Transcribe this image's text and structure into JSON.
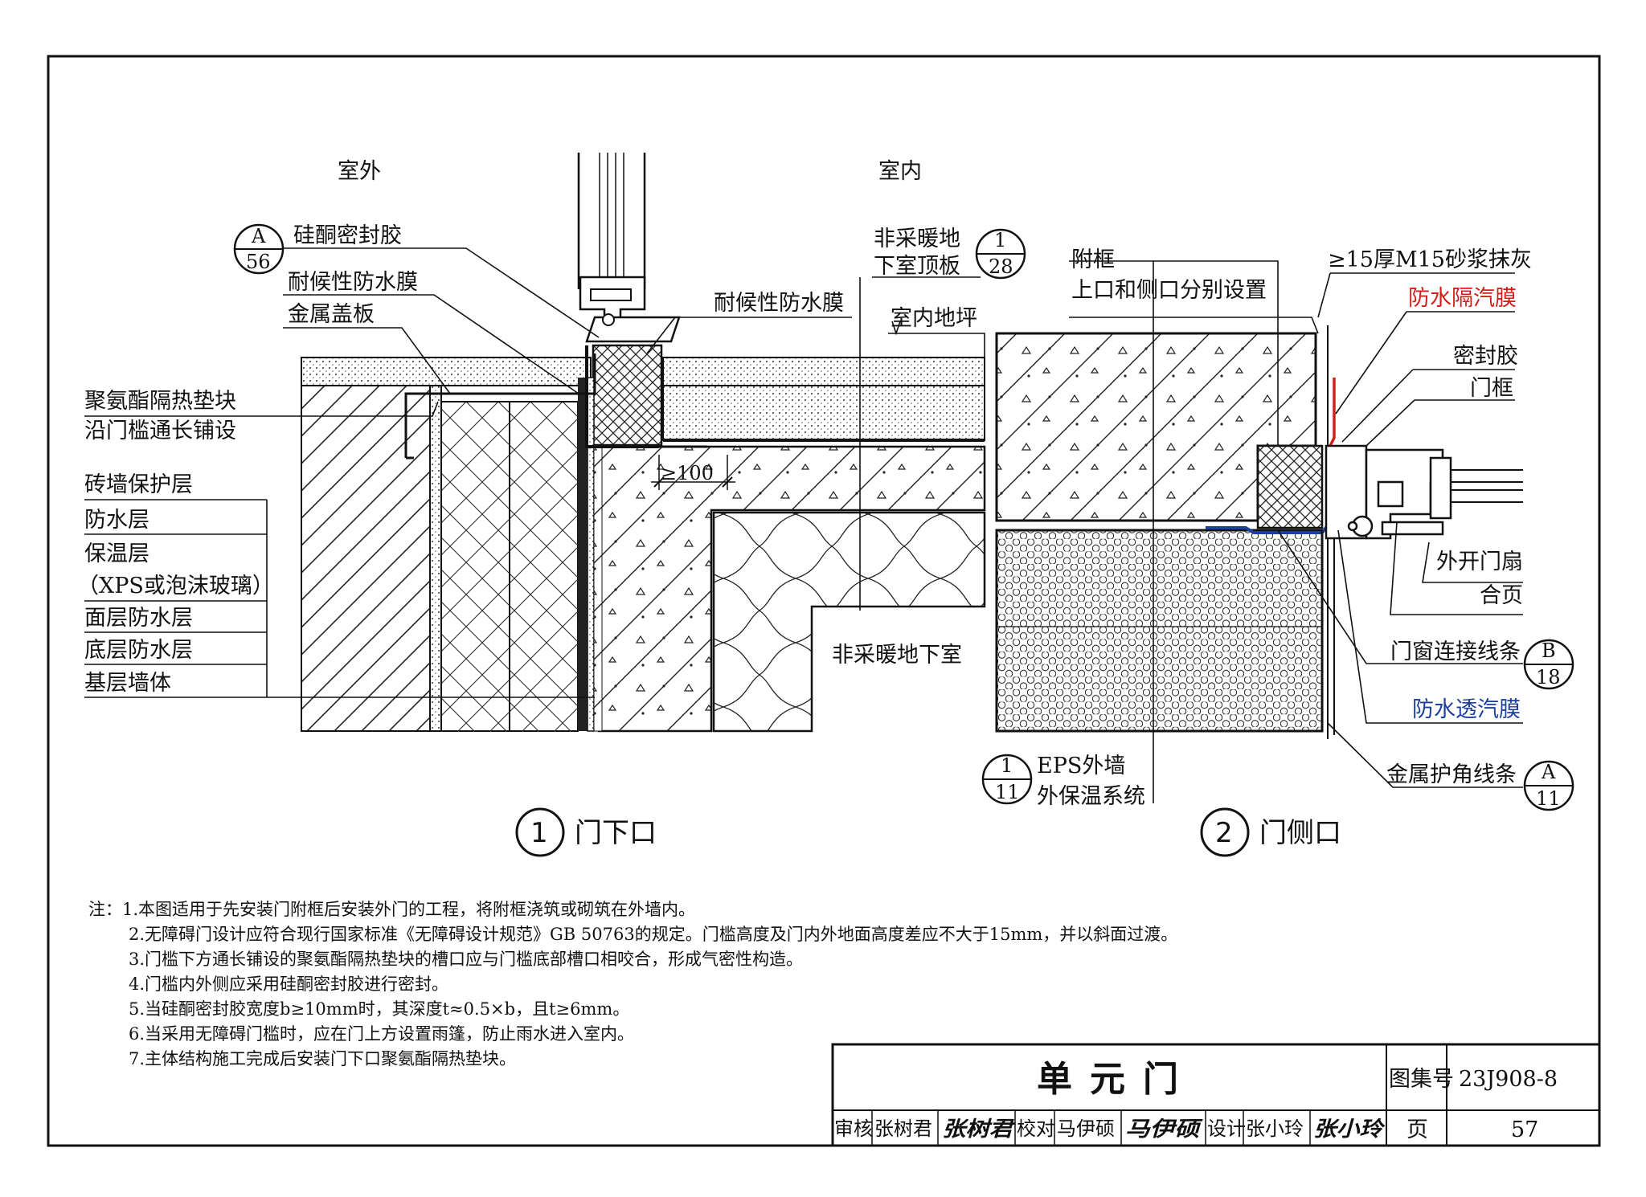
{
  "orientation": {
    "outdoor": "室外",
    "indoor": "室内"
  },
  "detail1": {
    "title_number": "1",
    "title": "门下口",
    "labels": {
      "silicone_sealant": "硅酮密封胶",
      "weatherproof_membrane_left": "耐候性防水膜",
      "metal_cover": "金属盖板",
      "pu_block_1": "聚氨酯隔热垫块",
      "pu_block_2": "沿门槛通长铺设",
      "weatherproof_membrane_right": "耐候性防水膜",
      "unheated_basement_roof_1": "非采暖地",
      "unheated_basement_roof_2": "下室顶板",
      "indoor_floor": "室内地坪",
      "dim_100": "≥100",
      "unheated_basement": "非采暖地下室"
    },
    "layers": [
      "砖墙保护层",
      "防水层",
      "保温层",
      "（XPS或泡沫玻璃）",
      "面层防水层",
      "底层防水层",
      "基层墙体"
    ],
    "refs": {
      "a56": {
        "top": "A",
        "bottom": "56"
      },
      "r128": {
        "top": "1",
        "bottom": "28"
      }
    }
  },
  "detail2": {
    "title_number": "2",
    "title": "门侧口",
    "labels": {
      "subframe_1": "附框",
      "subframe_2": "上口和侧口分别设置",
      "mortar": "≥15厚M15砂浆抹灰",
      "vapor_barrier": "防水隔汽膜",
      "sealant": "密封胶",
      "door_frame": "门框",
      "outward_leaf": "外开门扇",
      "hinge": "合页",
      "joint_strip": "门窗连接线条",
      "breathable_membrane": "防水透汽膜",
      "corner_bead": "金属护角线条",
      "eps_1": "EPS外墙",
      "eps_2": "外保温系统"
    },
    "refs": {
      "b18": {
        "top": "B",
        "bottom": "18"
      },
      "a11": {
        "top": "A",
        "bottom": "11"
      },
      "r111": {
        "top": "1",
        "bottom": "11"
      }
    }
  },
  "notes": [
    "注：1.本图适用于先安装门附框后安装外门的工程，将附框浇筑或砌筑在外墙内。",
    "2.无障碍门设计应符合现行国家标准《无障碍设计规范》GB 50763的规定。门槛高度及门内外地面高度差应不大于15mm，并以斜面过渡。",
    "3.门槛下方通长铺设的聚氨酯隔热垫块的槽口应与门槛底部槽口相咬合，形成气密性构造。",
    "4.门槛内外侧应采用硅酮密封胶进行密封。",
    "5.当硅酮密封胶宽度b≥10mm时，其深度t≈0.5×b，且t≥6mm。",
    "6.当采用无障碍门槛时，应在门上方设置雨篷，防止雨水进入室内。",
    "7.主体结构施工完成后安装门下口聚氨酯隔热垫块。"
  ],
  "title_block": {
    "title": "单元门",
    "atlas_label": "图集号",
    "atlas_no": "23J908-8",
    "review_label": "审核",
    "reviewer": "张树君",
    "reviewer_sig": "张树君",
    "check_label": "校对",
    "checker": "马伊硕",
    "checker_sig": "马伊硕",
    "design_label": "设计",
    "designer": "张小玲",
    "designer_sig": "张小玲",
    "page_label": "页",
    "page_no": "57"
  },
  "colors": {
    "line": "#111111",
    "red_membrane": "#d0201a",
    "blue_membrane": "#1c3f9c"
  }
}
